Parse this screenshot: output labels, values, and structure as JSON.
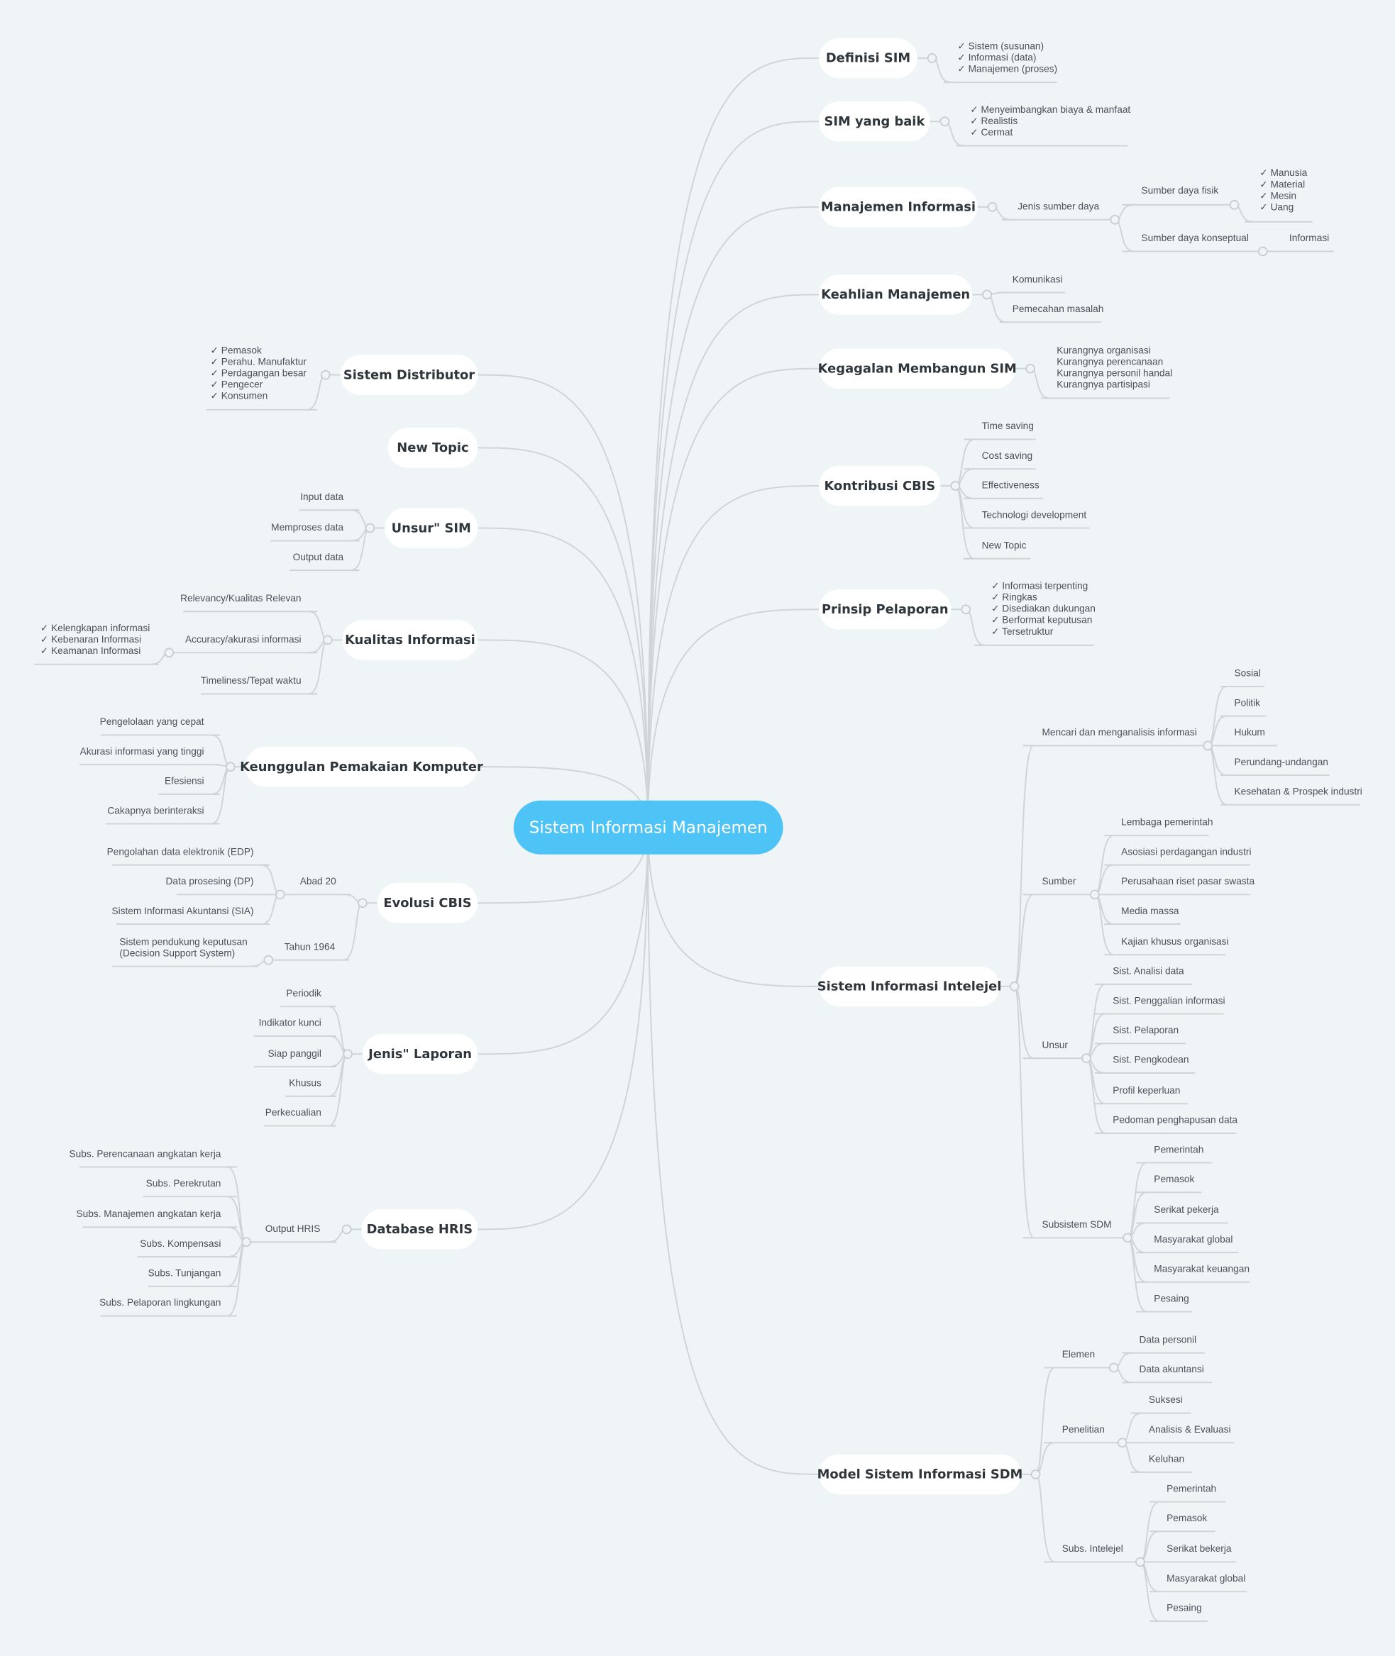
{
  "title": "Sistem Informasi Manajemen",
  "colors": {
    "background": "#eff4f7",
    "center": "#4ec3f5",
    "topic": "#ffffff",
    "line": "#cfd4d9"
  },
  "branches": [
    {
      "label": "Definisi SIM",
      "children": [
        {
          "lines": [
            "✓ Sistem (susunan)",
            "✓ Informasi (data)",
            "✓ Manajemen (proses)"
          ]
        }
      ]
    },
    {
      "label": "SIM yang baik",
      "children": [
        {
          "lines": [
            "✓ Menyeimbangkan biaya & manfaat",
            "✓ Realistis",
            "✓ Cermat"
          ]
        }
      ]
    },
    {
      "label": "Manajemen Informasi",
      "children": [
        {
          "label": "Jenis sumber daya",
          "children": [
            {
              "label": "Sumber daya fisik",
              "children": [
                {
                  "lines": [
                    "✓  Manusia",
                    "✓  Material",
                    "✓  Mesin",
                    "✓  Uang"
                  ]
                }
              ]
            },
            {
              "label": "Sumber daya konseptual",
              "children": [
                {
                  "label": "Informasi"
                }
              ]
            }
          ]
        }
      ]
    },
    {
      "label": "Keahlian Manajemen",
      "children": [
        {
          "label": "Komunikasi"
        },
        {
          "label": "Pemecahan masalah"
        }
      ]
    },
    {
      "label": "Kegagalan Membangun SIM",
      "children": [
        {
          "lines": [
            "Kurangnya organisasi",
            "Kurangnya perencanaan",
            "Kurangnya personil handal",
            "Kurangnya partisipasi"
          ]
        }
      ]
    },
    {
      "label": "Kontribusi CBIS",
      "children": [
        {
          "label": "Time saving"
        },
        {
          "label": "Cost saving"
        },
        {
          "label": "Effectiveness"
        },
        {
          "label": "Technologi development"
        },
        {
          "label": "New Topic"
        }
      ]
    },
    {
      "label": "Prinsip Pelaporan",
      "children": [
        {
          "lines": [
            "✓ Informasi terpenting",
            "✓ Ringkas",
            "✓ Disediakan dukungan",
            "✓ Berformat keputusan",
            "✓ Tersetruktur"
          ]
        }
      ]
    },
    {
      "label": "Sistem Informasi Intelejel",
      "children": [
        {
          "label": "Mencari dan menganalisis informasi",
          "children": [
            {
              "label": "Sosial"
            },
            {
              "label": "Politik"
            },
            {
              "label": "Hukum"
            },
            {
              "label": "Perundang-undangan"
            },
            {
              "label": "Kesehatan & Prospek industri"
            }
          ]
        },
        {
          "label": "Sumber",
          "children": [
            {
              "label": "Lembaga pemerintah"
            },
            {
              "label": "Asosiasi perdagangan industri"
            },
            {
              "label": "Perusahaan riset pasar swasta"
            },
            {
              "label": "Media massa"
            },
            {
              "label": "Kajian khusus organisasi"
            }
          ]
        },
        {
          "label": "Unsur",
          "children": [
            {
              "label": "Sist. Analisi data"
            },
            {
              "label": "Sist. Penggalian informasi"
            },
            {
              "label": "Sist. Pelaporan"
            },
            {
              "label": "Sist. Pengkodean"
            },
            {
              "label": "Profil keperluan"
            },
            {
              "label": "Pedoman penghapusan data"
            }
          ]
        },
        {
          "label": "Subsistem SDM",
          "children": [
            {
              "label": "Pemerintah"
            },
            {
              "label": "Pemasok"
            },
            {
              "label": "Serikat pekerja"
            },
            {
              "label": "Masyarakat global"
            },
            {
              "label": "Masyarakat keuangan"
            },
            {
              "label": "Pesaing"
            }
          ]
        }
      ]
    },
    {
      "label": "Model Sistem Informasi SDM",
      "children": [
        {
          "label": "Elemen",
          "children": [
            {
              "label": "Data personil"
            },
            {
              "label": "Data akuntansi"
            }
          ]
        },
        {
          "label": "Penelitian",
          "children": [
            {
              "label": "Suksesi"
            },
            {
              "label": "Analisis & Evaluasi"
            },
            {
              "label": "Keluhan"
            }
          ]
        },
        {
          "label": "Subs. Intelejel",
          "children": [
            {
              "label": "Pemerintah"
            },
            {
              "label": "Pemasok"
            },
            {
              "label": "Serikat bekerja"
            },
            {
              "label": "Masyarakat global"
            },
            {
              "label": "Pesaing"
            }
          ]
        }
      ]
    },
    {
      "label": "Sistem Distributor",
      "children": [
        {
          "lines": [
            "✓ Pemasok",
            "✓ Perahu. Manufaktur",
            "✓ Perdagangan besar",
            "✓ Pengecer",
            "✓ Konsumen"
          ]
        }
      ]
    },
    {
      "label": "New Topic",
      "children": []
    },
    {
      "label": "Unsur\" SIM",
      "children": [
        {
          "label": "Input data"
        },
        {
          "label": "Memproses data"
        },
        {
          "label": "Output data"
        }
      ]
    },
    {
      "label": "Kualitas Informasi",
      "children": [
        {
          "label": "Relevancy/Kualitas Relevan"
        },
        {
          "label": "Accuracy/akurasi informasi",
          "children": [
            {
              "lines": [
                "✓ Kelengkapan informasi",
                "✓ Kebenaran Informasi",
                "✓ Keamanan Informasi"
              ]
            }
          ]
        },
        {
          "label": "Timeliness/Tepat waktu"
        }
      ]
    },
    {
      "label": "Keunggulan Pemakaian Komputer",
      "children": [
        {
          "label": "Pengelolaan yang cepat"
        },
        {
          "label": "Akurasi informasi yang tinggi"
        },
        {
          "label": "Efesiensi"
        },
        {
          "label": "Cakapnya berinteraksi"
        }
      ]
    },
    {
      "label": "Evolusi CBIS",
      "children": [
        {
          "label": "Abad 20",
          "children": [
            {
              "label": "Pengolahan data elektronik (EDP)"
            },
            {
              "label": "Data prosesing (DP)"
            },
            {
              "label": "Sistem Informasi Akuntansi (SIA)"
            }
          ]
        },
        {
          "label": "Tahun 1964",
          "children": [
            {
              "lines": [
                "Sistem pendukung keputusan",
                "(Decision Support System)"
              ]
            }
          ]
        }
      ]
    },
    {
      "label": "Jenis\" Laporan",
      "children": [
        {
          "label": "Periodik"
        },
        {
          "label": "Indikator kunci"
        },
        {
          "label": "Siap panggil"
        },
        {
          "label": "Khusus"
        },
        {
          "label": "Perkecualian"
        }
      ]
    },
    {
      "label": "Database HRIS",
      "children": [
        {
          "label": "Output HRIS",
          "children": [
            {
              "label": "Subs. Perencanaan angkatan kerja"
            },
            {
              "label": "Subs. Perekrutan"
            },
            {
              "label": "Subs. Manajemen angkatan kerja"
            },
            {
              "label": "Subs. Kompensasi"
            },
            {
              "label": "Subs. Tunjangan"
            },
            {
              "label": "Subs. Pelaporan lingkungan"
            }
          ]
        }
      ]
    }
  ]
}
